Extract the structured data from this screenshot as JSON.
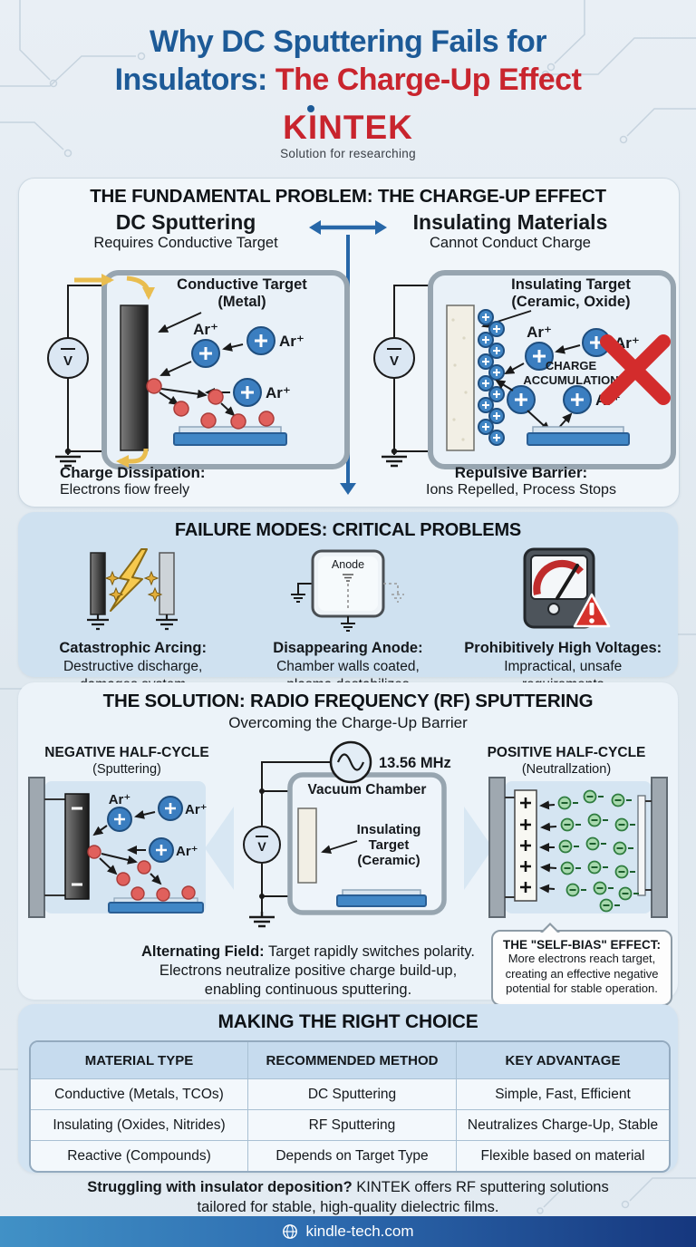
{
  "header": {
    "title_line1": "Why DC Sputtering Fails for",
    "title_line2_blue": "Insulators: ",
    "title_line2_red": "The Charge-Up Effect",
    "logo": "KINTEK",
    "tagline": "Solution for researching"
  },
  "problem": {
    "title": "THE FUNDAMENTAL PROBLEM: THE CHARGE-UP EFFECT",
    "left": {
      "heading": "DC Sputtering",
      "subheading": "Requires Conductive Target",
      "target_label1": "Conductive Target",
      "target_label2": "(Metal)",
      "ion_label": "Ar⁺",
      "source_label": "V",
      "caption_title": "Charge Dissipation:",
      "caption_text": "Electrons fiow freely"
    },
    "right": {
      "heading": "Insulating Materials",
      "subheading": "Cannot Conduct Charge",
      "target_label1": "Insulating Target",
      "target_label2": "(Ceramic, Oxide)",
      "ion_label": "Ar⁺",
      "source_label": "V",
      "charge_line1": "CHARGE",
      "charge_line2": "ACCUMULATION",
      "caption_title": "Repulsive Barrier:",
      "caption_text": "Ions Repelled, Process Stops"
    }
  },
  "failure": {
    "title": "FAILURE MODES: CRITICAL PROBLEMS",
    "items": [
      {
        "title": "Catastrophic Arcing:",
        "line1": "Destructive discharge,",
        "line2": "damages system"
      },
      {
        "title": "Disappearing Anode:",
        "line1": "Chamber walls coated,",
        "line2": "plasma destabilizes",
        "icon_label": "Anode"
      },
      {
        "title": "Prohibitively High Voltages:",
        "line1": "Impractical, unsafe",
        "line2": "requirements"
      }
    ]
  },
  "solution": {
    "title": "THE SOLUTION: RADIO FREQUENCY (RF) SPUTTERING",
    "subtitle": "Overcoming the Charge-Up Barrier",
    "negative_label": "NEGATIVE HALF-CYCLE",
    "negative_sub": "(Sputtering)",
    "positive_label": "POSITIVE HALF-CYCLE",
    "positive_sub": "(Neutrallzation)",
    "frequency": "13.56 MHz",
    "chamber_label": "Vacuum Chamber",
    "target_label1": "Insulating",
    "target_label2": "Target",
    "target_label3": "(Ceramic)",
    "ion_label": "Ar⁺",
    "source_label": "V",
    "alt_title": "Alternating Field:",
    "alt_line1": " Target rapidly switches polarity.",
    "alt_line2": "Electrons neutralize positive charge build-up,",
    "alt_line3": "enabling continuous sputtering.",
    "selfbias_title": "THE \"SELF-BIAS\" EFFECT:",
    "selfbias_line1": "More electrons reach target,",
    "selfbias_line2": "creating an effective negative",
    "selfbias_line3": "potential for stable operation."
  },
  "choice": {
    "title": "MAKING THE RIGHT CHOICE",
    "headers": [
      "MATERIAL TYPE",
      "RECOMMENDED METHOD",
      "KEY ADVANTAGE"
    ],
    "rows": [
      [
        "Conductive (Metals, TCOs)",
        "DC Sputtering",
        "Simple, Fast, Efficient"
      ],
      [
        "Insulating (Oxides, Nitrides)",
        "RF Sputtering",
        "Neutralizes Charge-Up, Stable"
      ],
      [
        "Reactive (Compounds)",
        "Depends on Target Type",
        "Flexible based on material"
      ]
    ]
  },
  "footer": {
    "cta_bold": "Struggling with insulator deposition?",
    "cta_rest": " KINTEK offers RF sputtering solutions",
    "cta_line2": "tailored for stable, high-quality dielectric films.",
    "website": "kindle-tech.com"
  }
}
